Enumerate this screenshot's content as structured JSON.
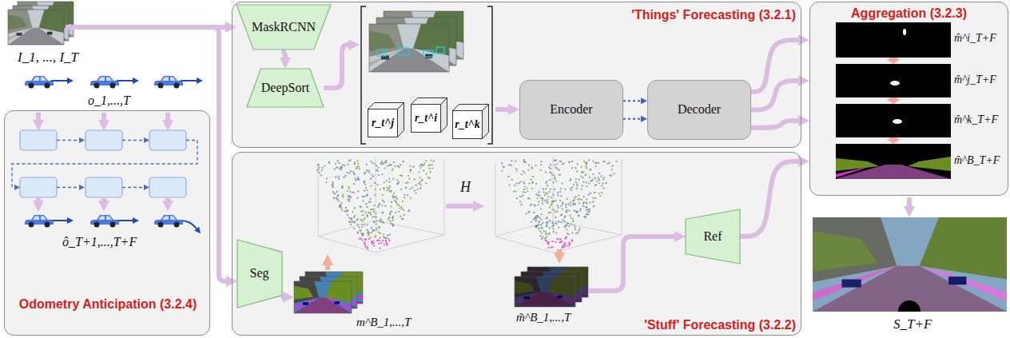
{
  "diagram": {
    "nodes": [
      {
        "text": [
          "Odometry Anticipation (3.2.4)"
        ]
      },
      {
        "text": [
          "'Things' Forecasting (3.2.1)"
        ]
      },
      {
        "text": [
          "MaskRCNN"
        ],
        "in": 1
      },
      {
        "text": [
          "DeepSort"
        ],
        "in": 1
      },
      {
        "text": [
          "r_t^j"
        ],
        "in": 1
      },
      {
        "text": [
          "r_t^i"
        ],
        "in": 1
      },
      {
        "text": [
          "r_t^k"
        ],
        "in": 1
      },
      {
        "text": [
          "Encoder"
        ],
        "in": 1
      },
      {
        "text": [
          "Decoder"
        ],
        "in": 1
      },
      {
        "text": [
          "'Stuff' Forecasting (3.2.2)"
        ]
      },
      {
        "text": [
          "Seg"
        ],
        "in": 9
      },
      {
        "text": [
          "Ref"
        ],
        "in": 9
      },
      {
        "text": [
          "Aggregation (3.2.3)"
        ]
      }
    ],
    "edges": [
      {
        "from": 2,
        "to": 3,
        "arrow": "to"
      },
      {
        "from": 7,
        "to": 8,
        "arrow": "to"
      },
      {
        "from": 7,
        "to": 8,
        "arrow": "to"
      },
      {
        "from": 8,
        "to": 12,
        "arrow": "to"
      },
      {
        "from": 8,
        "to": 12,
        "arrow": "to"
      },
      {
        "from": 8,
        "to": 12,
        "arrow": "to"
      },
      {
        "from": 11,
        "to": 12,
        "arrow": "to"
      }
    ],
    "labels": [
      "I_1, ..., I_T",
      "o_1,...,T",
      "ô_T+1,...,T+F",
      "H",
      "m^B_1,...,T",
      "m̃^B_1,...,T",
      "m̂^i_T+F",
      "m̂^j_T+F",
      "m̂^k_T+F",
      "m̂^B_T+F",
      "S_T+F"
    ]
  }
}
